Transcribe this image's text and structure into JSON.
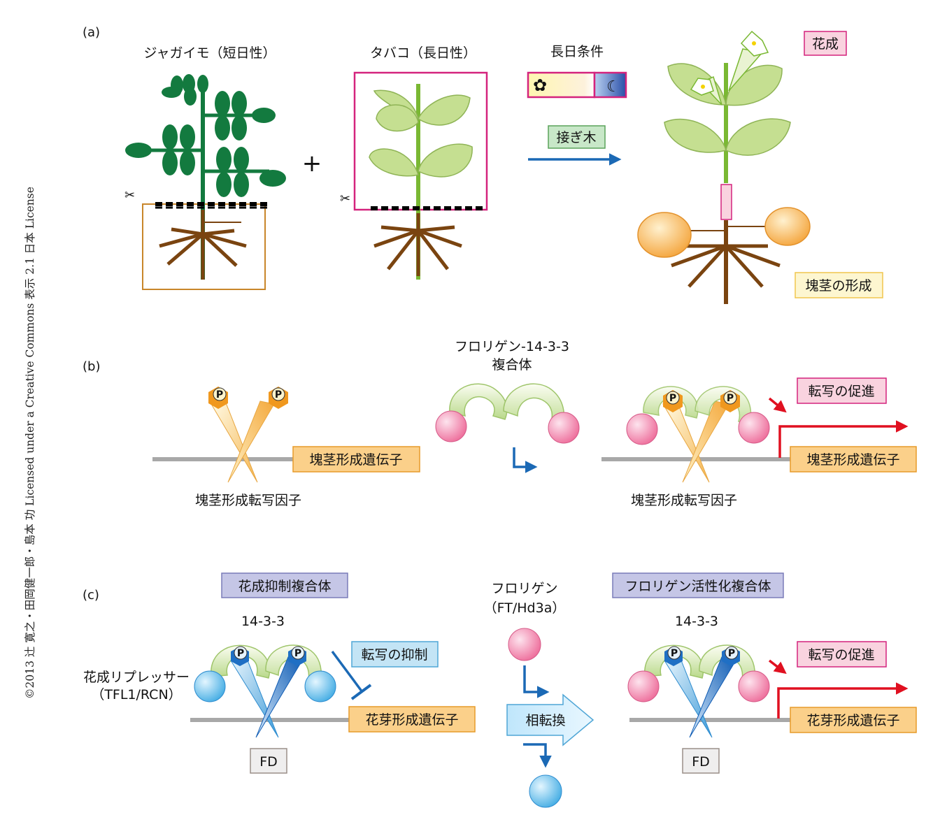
{
  "copyright": "©2013 辻 寛之・田岡健一郎・島本 功 Licensed under a Creative Commons 表示 2.1 日本 License",
  "panel_a": {
    "label": "(a)",
    "potato": "ジャガイモ（短日性）",
    "tobacco": "タバコ（長日性）",
    "plus": "+",
    "long_day": "長日条件",
    "graft": "接ぎ木",
    "flowering": "花成",
    "tuber": "塊茎の形成"
  },
  "panel_b": {
    "label": "(b)",
    "complex_line1": "フロリゲン-14-3-3",
    "complex_line2": "複合体",
    "gene_left": "塊茎形成遺伝子",
    "gene_right": "塊茎形成遺伝子",
    "tf_left": "塊茎形成転写因子",
    "tf_right": "塊茎形成転写因子",
    "promotion": "転写の促進",
    "p": "P"
  },
  "panel_c": {
    "label": "(c)",
    "repressor_complex": "花成抑制複合体",
    "activation_complex": "フロリゲン活性化複合体",
    "left_1433": "14-3-3",
    "right_1433": "14-3-3",
    "florigen_line1": "フロリゲン",
    "florigen_line2": "（FT/Hd3a）",
    "repressor_line1": "花成リプレッサー",
    "repressor_line2": "（TFL1/RCN）",
    "repression": "転写の抑制",
    "promotion": "転写の促進",
    "gene_left": "花芽形成遺伝子",
    "gene_right": "花芽形成遺伝子",
    "fd_left": "FD",
    "fd_right": "FD",
    "phase": "相転換",
    "p": "P"
  },
  "colors": {
    "potato_green": "#137a3f",
    "tobacco_leaf": "#c5df91",
    "stem_green": "#7ab833",
    "root_brown": "#7a4410",
    "magenta": "#d4237d",
    "blue_arrow": "#1b69b5",
    "red_arrow": "#e01020",
    "gene_orange": "#fbd08a",
    "pink_box": "#f9d3df",
    "yellow_box": "#fdf6d0",
    "green_box": "#c8e7c8",
    "purple_box": "#c5c6e6",
    "cyan_box": "#c3e4f5",
    "florigen_pink": "#f07aa4",
    "repressor_blue": "#5db9e6",
    "fd_blue": "#1f6fc4"
  }
}
